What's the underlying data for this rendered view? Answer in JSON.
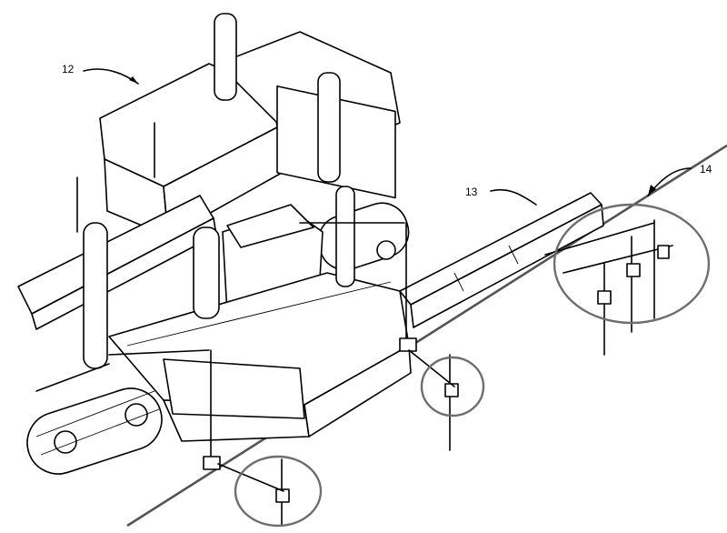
{
  "figure": {
    "ref_labels": [
      {
        "id": "machine",
        "text": "12"
      },
      {
        "id": "string-line",
        "text": "13"
      },
      {
        "id": "stakes",
        "text": "14"
      }
    ]
  }
}
